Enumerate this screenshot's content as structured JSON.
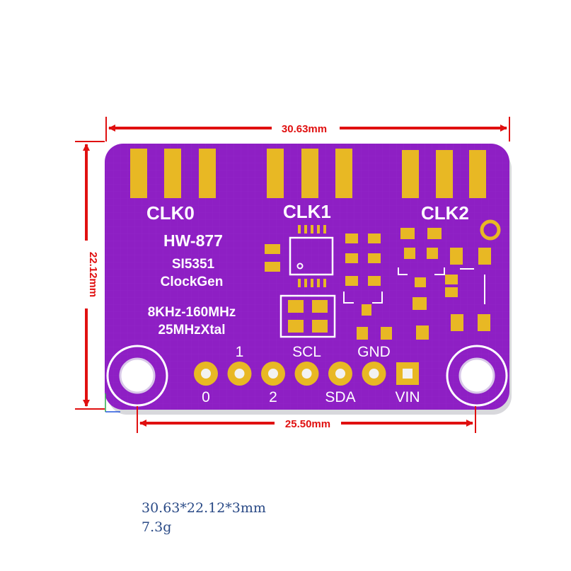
{
  "board": {
    "model": "HW-877",
    "chip": "SI5351",
    "function": "ClockGen",
    "freq_range": "8KHz-160MHz",
    "xtal": "25MHzXtal",
    "channel_labels": [
      "CLK0",
      "CLK1",
      "CLK2"
    ],
    "pins": [
      {
        "label": "0",
        "shape": "round"
      },
      {
        "label": "1",
        "shape": "round"
      },
      {
        "label": "2",
        "shape": "round"
      },
      {
        "label": "SCL",
        "shape": "round"
      },
      {
        "label": "SDA",
        "shape": "round"
      },
      {
        "label": "GND",
        "shape": "round"
      },
      {
        "label": "VIN",
        "shape": "square"
      }
    ],
    "colors": {
      "pcb": "#8e1fc4",
      "pcb_edge": "#6c1296",
      "gold": "#e8b824",
      "silkscreen": "#ffffff"
    }
  },
  "dimensions": {
    "width": "30.63mm",
    "height": "22.12mm",
    "hole_spacing": "25.50mm",
    "arrow_color": "#e01010"
  },
  "specs": {
    "size": "30.63*22.12*3mm",
    "weight": "7.3g"
  }
}
